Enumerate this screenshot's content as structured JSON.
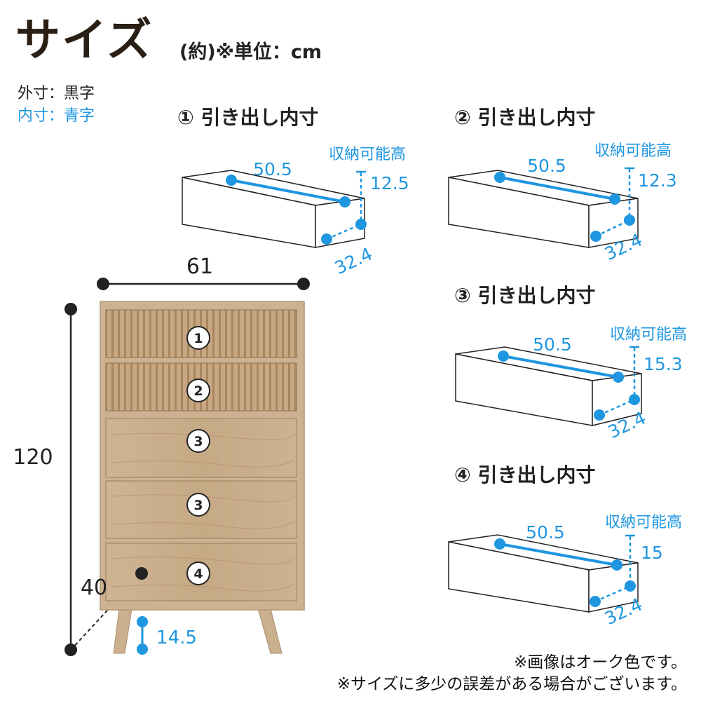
{
  "header": {
    "title": "サイズ",
    "unit_note": "(約)※単位：cm"
  },
  "legend": {
    "outer": "外寸：黒字",
    "inner": "内寸：青字"
  },
  "drawers": [
    {
      "title": "① 引き出し内寸",
      "width": "50.5",
      "height_label": "収納可能高",
      "height": "12.5",
      "depth": "32.4"
    },
    {
      "title": "② 引き出し内寸",
      "width": "50.5",
      "height_label": "収納可能高",
      "height": "12.3",
      "depth": "32.4"
    },
    {
      "title": "③ 引き出し内寸",
      "width": "50.5",
      "height_label": "収納可能高",
      "height": "15.3",
      "depth": "32.4"
    },
    {
      "title": "④ 引き出し内寸",
      "width": "50.5",
      "height_label": "収納可能高",
      "height": "15",
      "depth": "32.4"
    }
  ],
  "cabinet": {
    "width": "61",
    "height": "120",
    "depth": "40",
    "leg_height": "14.5",
    "drawer_numbers": [
      "1",
      "2",
      "3",
      "3",
      "4"
    ]
  },
  "notes": [
    "※画像はオーク色です。",
    "※サイズに多少の誤差がある場合がございます。"
  ],
  "colors": {
    "inner_dimension": "#1e96e0",
    "outer_dimension": "#222222",
    "wood": "#c9ad8b",
    "title": "#2a1f14"
  }
}
